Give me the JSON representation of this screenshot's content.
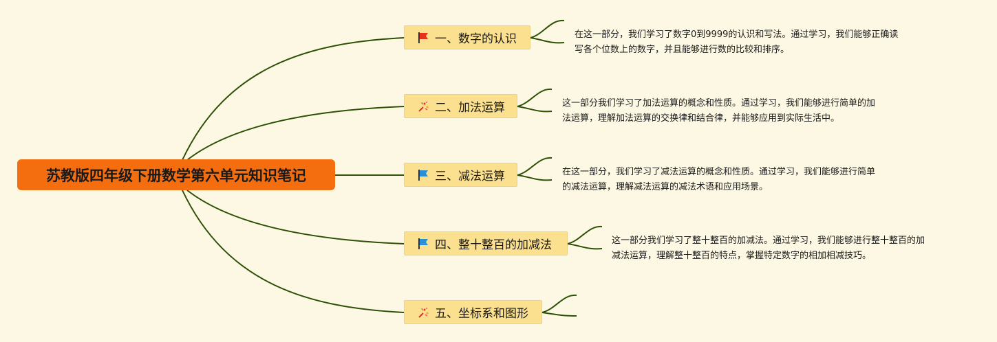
{
  "root": {
    "title": "苏教版四年级下册数学第六单元知识笔记"
  },
  "branches": [
    {
      "label": "一、数字的认识",
      "icon": "red-flag-icon",
      "note": [
        "在这一部分，我们学习了数字0到9999的认识和写法。通过学习，我们能够正确读",
        "写各个位数上的数字，并且能够进行数的比较和排序。"
      ]
    },
    {
      "label": "二、加法运算",
      "icon": "party-popper-icon",
      "note": [
        "这一部分我们学习了加法运算的概念和性质。通过学习，我们能够进行简单的加",
        "法运算，理解加法运算的交换律和结合律，并能够应用到实际生活中。"
      ]
    },
    {
      "label": "三、减法运算",
      "icon": "blue-flag-icon",
      "note": [
        "在这一部分，我们学习了减法运算的概念和性质。通过学习，我们能够进行简单",
        "的减法运算，理解减法运算的减法术语和应用场景。"
      ]
    },
    {
      "label": "四、整十整百的加减法",
      "icon": "blue-flag-icon",
      "note": [
        "这一部分我们学习了整十整百的加减法。通过学习，我们能够进行整十整百的加",
        "减法运算，理解整十整百的特点，掌握特定数字的相加相减技巧。"
      ]
    },
    {
      "label": "五、坐标系和图形",
      "icon": "party-popper-icon",
      "note": []
    }
  ],
  "colors": {
    "root": "#f46d0e",
    "branch": "#fbe08f",
    "line": "#2d5006",
    "background": "#fdf8e4"
  }
}
